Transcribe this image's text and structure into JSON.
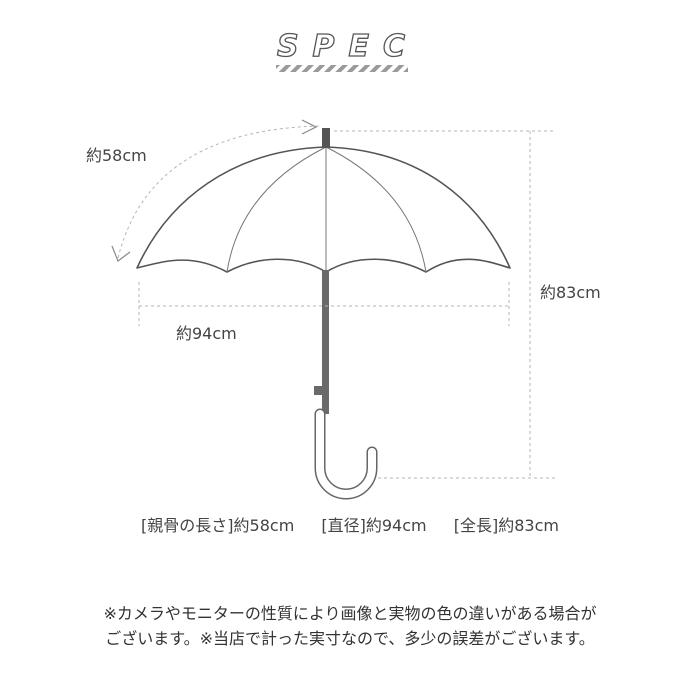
{
  "title": "SPEC",
  "dimensions": {
    "rib_length": "約58cm",
    "diameter": "約94cm",
    "total_length": "約83cm"
  },
  "specs": [
    {
      "bracket_label": "[親骨の長さ]",
      "value": "約58cm"
    },
    {
      "bracket_label": "[直径]",
      "value": "約94cm"
    },
    {
      "bracket_label": "[全長]",
      "value": "約83cm"
    }
  ],
  "notes": {
    "line1": "※カメラやモニターの性質により画像と実物の色の違いがある場合が",
    "line2": "ございます。※当店で計った実寸なので、多少の誤差がございます。"
  },
  "colors": {
    "outline": "#555555",
    "shaft": "#6a6a6a",
    "dashed": "#b5b5b5",
    "stripe": "#9a9a9a",
    "text": "#444444"
  }
}
